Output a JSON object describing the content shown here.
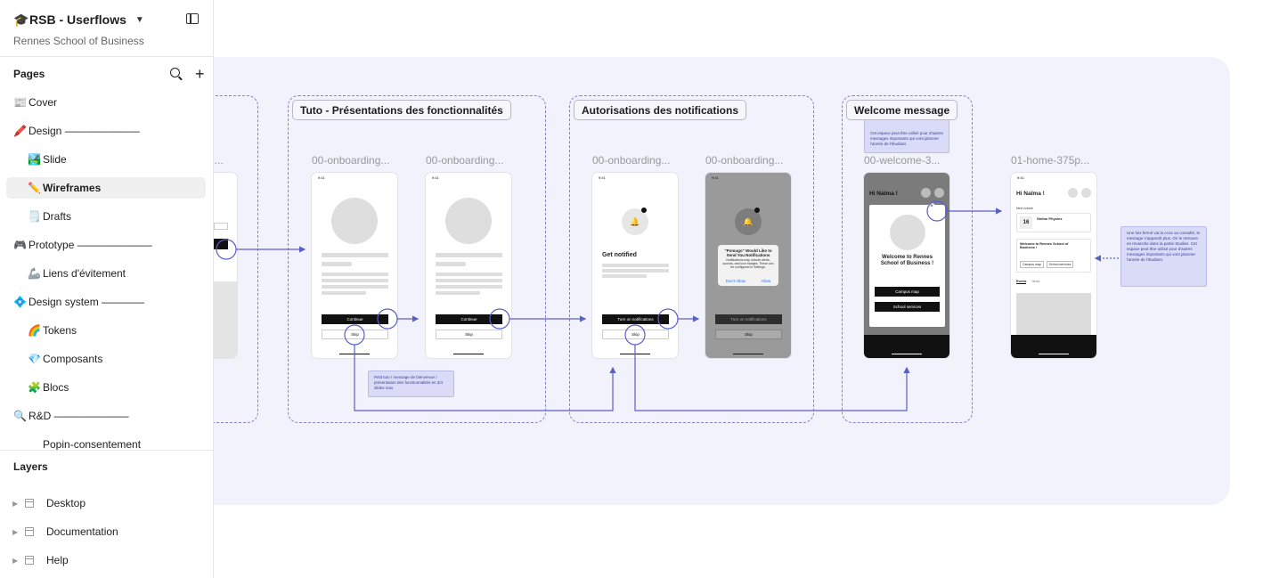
{
  "file": {
    "emoji": "🎓",
    "title": "RSB - Userflows",
    "subtitle": "Rennes School of Business"
  },
  "pages": {
    "label": "Pages",
    "items": [
      {
        "emoji": "📰",
        "label": "Cover"
      },
      {
        "emoji": "🖍️",
        "label": "Design ———————"
      },
      {
        "emoji": "🏞️",
        "label": "Slide"
      },
      {
        "emoji": "✏️",
        "label": "Wireframes"
      },
      {
        "emoji": "🗒️",
        "label": "Drafts"
      },
      {
        "emoji": "🎮",
        "label": "Prototype ———————"
      },
      {
        "emoji": "🦾",
        "label": "Liens d'évitement"
      },
      {
        "emoji": "💠",
        "label": "Design system ————"
      },
      {
        "emoji": "🌈",
        "label": "Tokens"
      },
      {
        "emoji": "💎",
        "label": "Composants"
      },
      {
        "emoji": "🧩",
        "label": "Blocs"
      },
      {
        "emoji": "🔍",
        "label": "R&D ———————"
      },
      {
        "emoji": "",
        "label": "Popin-consentement"
      }
    ]
  },
  "layers": {
    "label": "Layers",
    "items": [
      "Desktop",
      "Documentation",
      "Help"
    ]
  },
  "canvas": {
    "sections": [
      "Tuto - Présentations des fonctionnalités",
      "Autorisations des notifications",
      "Welcome message"
    ],
    "frames": [
      "00-onboarding...",
      "00-onboarding...",
      "00-onboarding...",
      "00-onboarding...",
      "00-welcome-3...",
      "01-home-375p..."
    ],
    "partial_frame": "g...",
    "phones": {
      "time": "9:41",
      "continue": "Continue",
      "skip": "Skip",
      "get_notified": "Get notified",
      "turn_on": "Turn on notifications",
      "popup_title": "\"Pomugo\" Would Like to Send You Notifications",
      "popup_body": "Notifications may include alerts, sounds, and icon badges. These can be configured in Settings.",
      "dont_allow": "Don't Allow",
      "allow": "Allow",
      "hi": "Hi Naïma !",
      "welcome_title": "Welcome to Rennes School of Business !",
      "campus_map": "Campus map",
      "school_services": "School services",
      "next_course": "Next course",
      "course_day": "16",
      "course_name": "Stellar Physics",
      "welcome_card": "Welcome to Rennes School of Business !",
      "tab_events": "Events",
      "tab_news": "News"
    },
    "notes": {
      "tuto": "Petit tuto / message de bienvenue / présentation des fonctionnalités en 3/4 slides max",
      "welcome_top": "Cet espace peut être utilisé pour d'autres messages importants qui vont jalonner l'année de l'étudiant.",
      "home_side": "Une fois fermé via la croix ou consulté, le message n'apparaît plus. On le retrouve en revanche dans la partie Studies. Cet espace peut être utilisé pour d'autres messages importants qui vont jalonner l'année de l'étudiant."
    }
  }
}
